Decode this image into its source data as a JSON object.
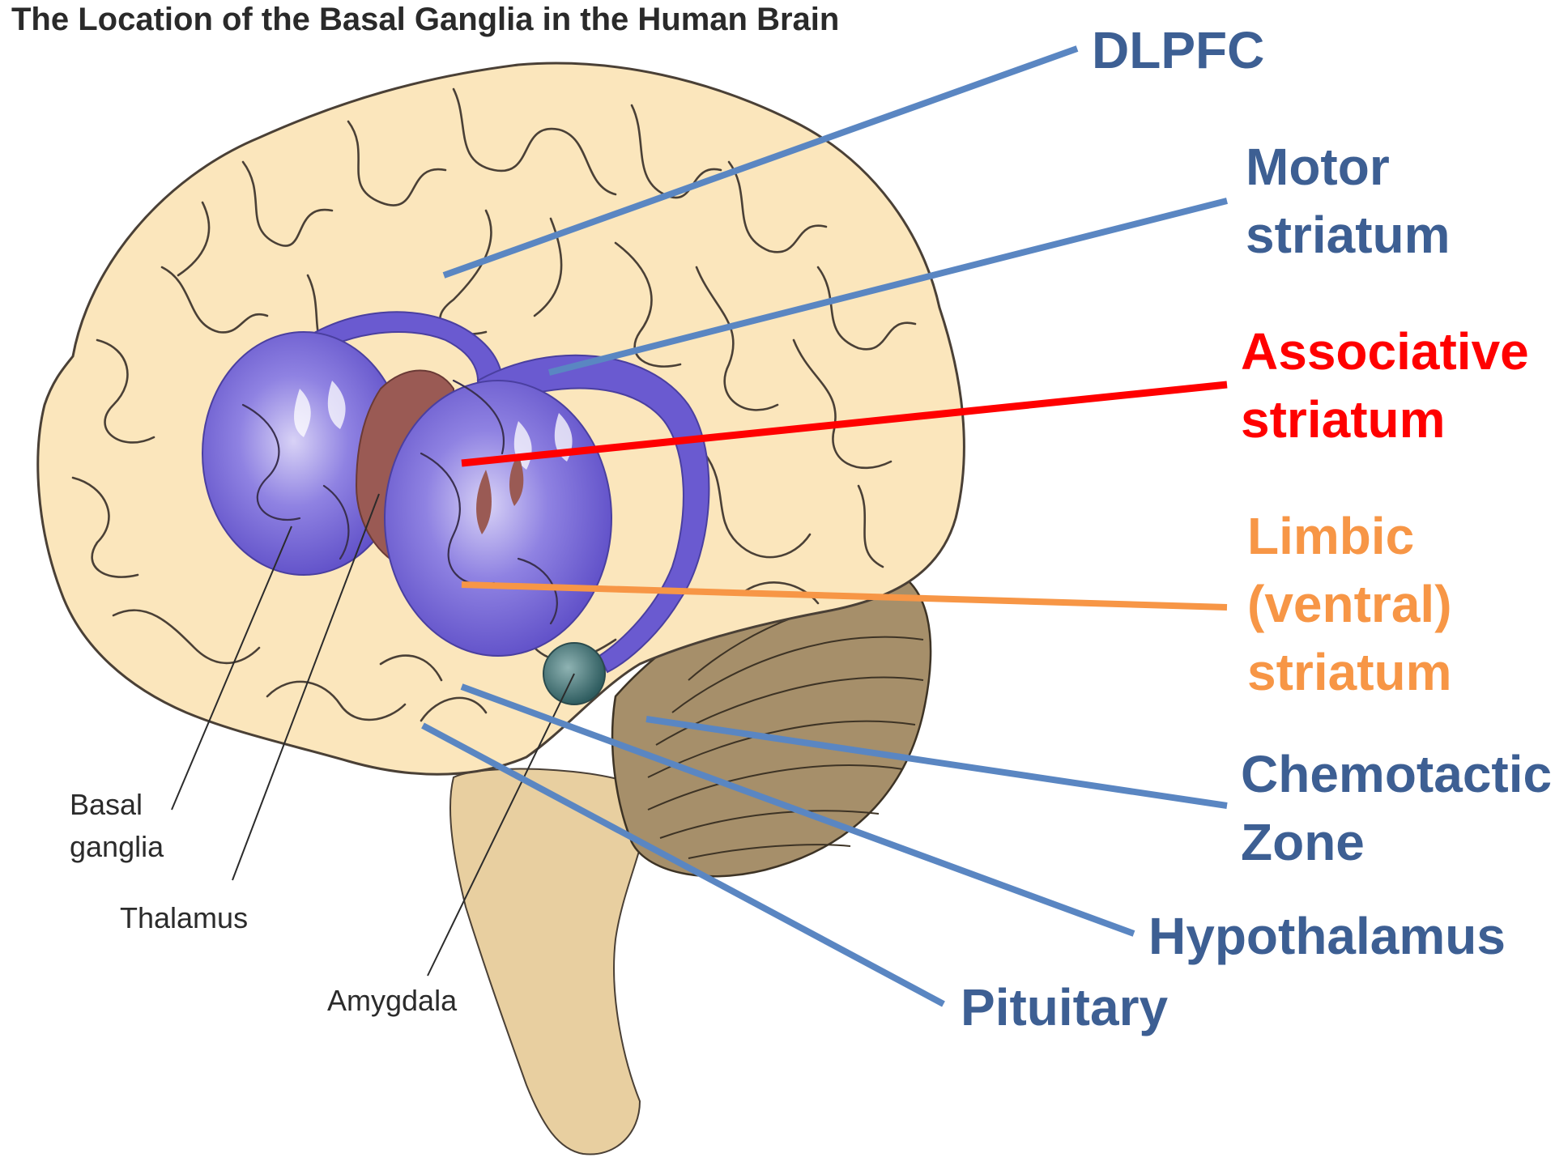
{
  "title": "The Location of the Basal Ganglia in the Human Brain",
  "colors": {
    "blue_label": "#3d5f93",
    "blue_line": "#5a86c2",
    "red": "#ff0000",
    "orange": "#f79646",
    "brain_fill": "#fbe6bc",
    "brain_outline": "#4a4036",
    "basal_ganglia": "#6a5ad0",
    "thalamus": "#9a5a54",
    "amygdala": "#3e6e70",
    "cerebellum": "#a68f6a",
    "brainstem": "#e8cfa0"
  },
  "anatomy_labels": {
    "basal_ganglia_line1": "Basal",
    "basal_ganglia_line2": "ganglia",
    "thalamus": "Thalamus",
    "amygdala": "Amygdala"
  },
  "region_labels": {
    "dlpfc": "DLPFC",
    "motor_line1": "Motor",
    "motor_line2": "striatum",
    "associative_line1": "Associative",
    "associative_line2": "striatum",
    "limbic_line1": "Limbic",
    "limbic_line2": "(ventral)",
    "limbic_line3": "striatum",
    "chemotactic_line1": "Chemotactic",
    "chemotactic_line2": "Zone",
    "hypothalamus": "Hypothalamus",
    "pituitary": "Pituitary"
  }
}
